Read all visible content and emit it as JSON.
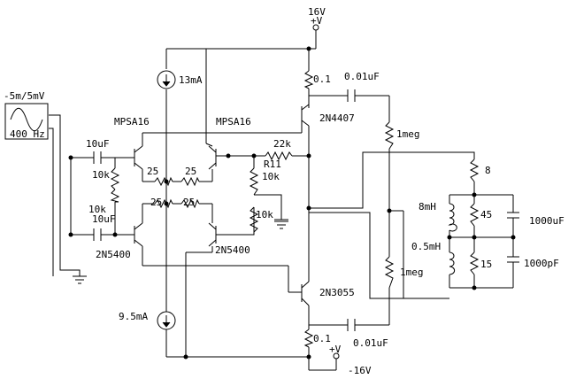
{
  "supply_positive": {
    "voltage": "16V",
    "symbol": "+V"
  },
  "supply_negative": {
    "voltage": "-16V",
    "symbol": "+V"
  },
  "signal_source": {
    "amplitude": "-5m/5mV",
    "frequency": "400 Hz"
  },
  "current_sources": {
    "top": "13mA",
    "bottom": "9.5mA"
  },
  "transistors": {
    "q_top_left": "MPSA16",
    "q_top_right": "MPSA16",
    "q_bottom_left": "2N5400",
    "q_bottom_right": "2N5400",
    "q_output_top": "2N4407",
    "q_output_bottom": "2N3055"
  },
  "resistors": {
    "emitter_top_left": "25",
    "emitter_top_right": "25",
    "emitter_bottom_left": "25",
    "emitter_bottom_right": "25",
    "bias_top": "10k",
    "bias_bottom": "10k",
    "input_label": "10uF",
    "feedback": "22k",
    "r11_name": "R11",
    "r11_value": "10k",
    "shunt": "10k",
    "sense_top": "0.1",
    "sense_bottom": "0.1",
    "divider_top": "1meg",
    "divider_bottom": "1meg",
    "load": "8",
    "network_upper": "45",
    "network_lower": "15"
  },
  "capacitors": {
    "input_top": "10uF",
    "input_bottom": "10uF",
    "coupling_top": "0.01uF",
    "coupling_bottom": "0.01uF",
    "network_upper": "1000uF",
    "network_lower": "1000pF"
  },
  "inductors": {
    "upper": "8mH",
    "lower": "0.5mH"
  }
}
